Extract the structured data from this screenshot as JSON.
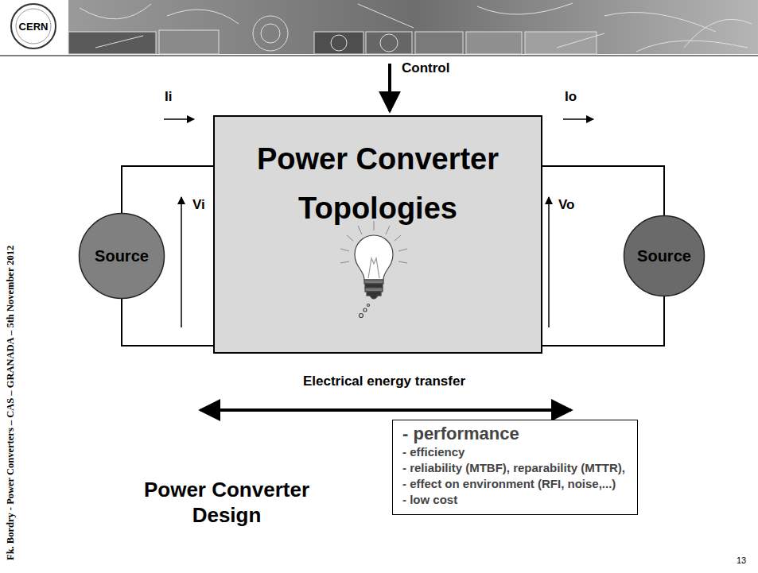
{
  "diagram": {
    "nodes": [
      {
        "text": [
          "Source"
        ]
      },
      {
        "text": [
          "Power Converter Topologies"
        ]
      },
      {
        "text": [
          "Source"
        ]
      },
      {
        "text": [
          "- performance",
          "- efficiency",
          "- reliability (MTBF), reparability (MTTR),",
          "- effect on environment (RFI, noise,...)",
          "- low cost"
        ]
      }
    ],
    "edges": [
      {
        "from": 0,
        "to": 1,
        "arrow": "none"
      },
      {
        "from": 0,
        "to": 1,
        "arrow": "none"
      },
      {
        "from": 2,
        "to": 1,
        "arrow": "none"
      },
      {
        "from": 2,
        "to": 1,
        "arrow": "none"
      }
    ],
    "labels": [
      "CERN",
      "Control",
      "Ii",
      "Io",
      "Vi",
      "Vo",
      "Electrical energy transfer",
      "Power Converter Design",
      "Fk. Bordry - Power Converters – CAS – GRANADA – 5th November 2012",
      "13"
    ]
  }
}
